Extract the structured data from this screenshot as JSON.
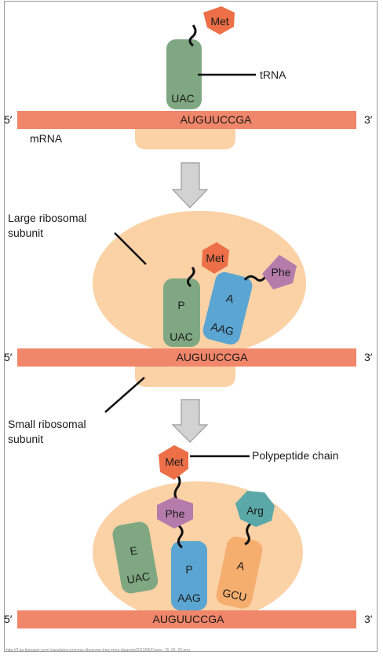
{
  "colors": {
    "mrna": "#f0866a",
    "ribosome": "#fbd1a6",
    "trna_green": "#7fa882",
    "trna_blue": "#5ba5d2",
    "trna_orange": "#f5ae6e",
    "met": "#ec6f47",
    "phe": "#b57bab",
    "arg": "#5aa9a8",
    "arrow": "#d2d2d2"
  },
  "panel1": {
    "mrna": {
      "five": "5′",
      "three": "3′",
      "sequence": "AUGUUCCGA",
      "label": "mRNA"
    },
    "trna": {
      "anticodon": "UAC",
      "label": "tRNA"
    },
    "amino": "Met"
  },
  "panel2": {
    "large_subunit_label_1": "Large ribosomal",
    "large_subunit_label_2": "subunit",
    "site_p": {
      "site": "P",
      "anticodon": "UAC",
      "amino": "Met"
    },
    "site_a": {
      "site": "A",
      "anticodon": "AAG",
      "amino": "Phe"
    },
    "mrna": {
      "five": "5′",
      "three": "3′",
      "sequence": "AUGUUCCGA"
    }
  },
  "panel3": {
    "small_subunit_label_1": "Small ribosomal",
    "small_subunit_label_2": "subunit",
    "chain_label": "Polypeptide chain",
    "chain": [
      "Met",
      "Phe"
    ],
    "site_e": {
      "site": "E",
      "anticodon": "UAC"
    },
    "site_p": {
      "site": "P",
      "anticodon": "AAG"
    },
    "site_a": {
      "site": "A",
      "anticodon": "GCU",
      "amino": "Arg"
    },
    "mrna": {
      "five": "5′",
      "three": "3′",
      "sequence": "AUGUUCCGA"
    }
  },
  "footer_url": "http://3.bp.blogspot.com/-translation-process-ribosome-trna-mrna-diagram/2013/05/Figure_15_05_02.png"
}
